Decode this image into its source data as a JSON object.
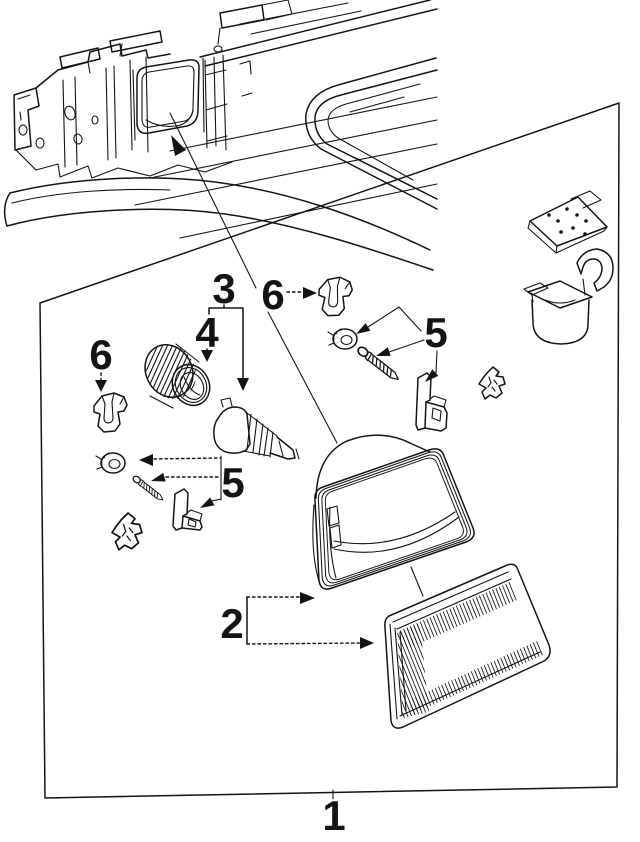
{
  "diagram": {
    "callouts": {
      "assembly": "1",
      "housing_and_lens": "2",
      "bulb_and_ring": "3",
      "ring": "4",
      "adjuster_right": "5",
      "adjuster_left": "5",
      "clip_top": "6",
      "clip_left": "6"
    },
    "colors": {
      "ink": "#141414",
      "paper": "#ffffff"
    }
  }
}
